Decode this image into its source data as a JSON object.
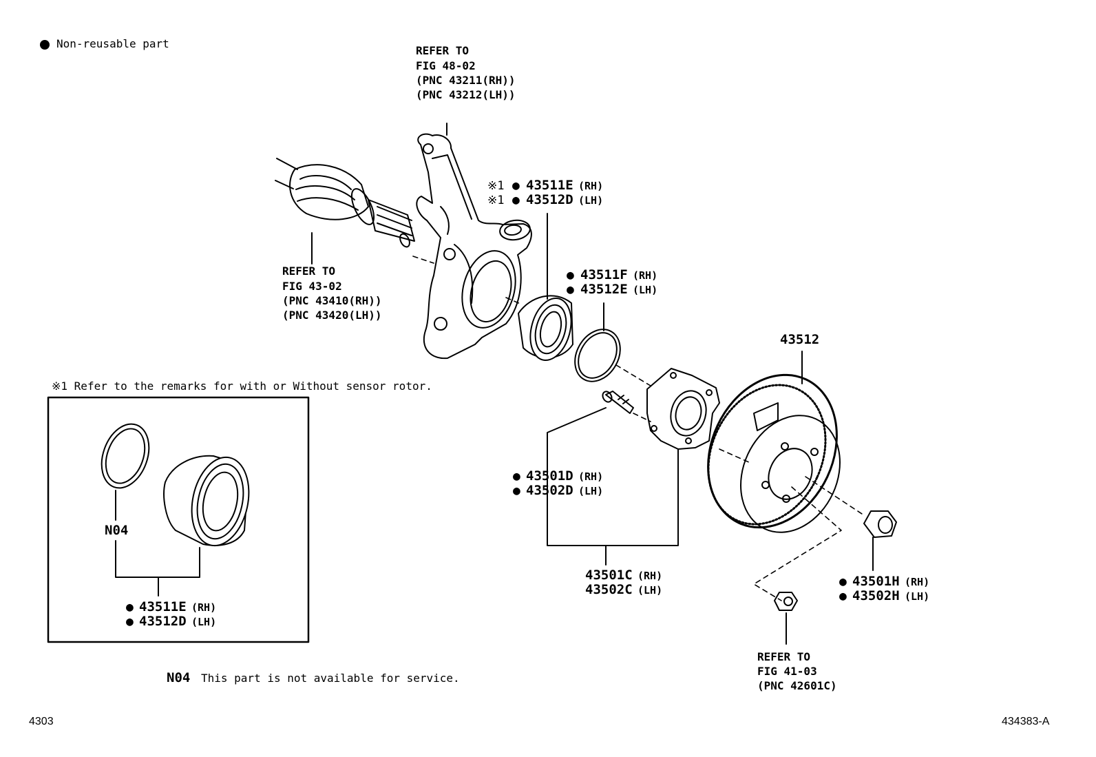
{
  "legend": {
    "dot": "●",
    "text": "Non-reusable part"
  },
  "remark": {
    "text": "※1 Refer to the remarks for with or Without sensor rotor."
  },
  "n04_note": {
    "code": "N04",
    "text": "This part is not available for service."
  },
  "footer": {
    "left": "4303",
    "right": "434383-A"
  },
  "callouts": {
    "knuckle_ref": [
      "REFER TO",
      "FIG 48-02",
      "(PNC 43211(RH))",
      "(PNC 43212(LH))"
    ],
    "shaft_ref": [
      "REFER TO",
      "FIG 43-02",
      "(PNC 43410(RH))",
      "(PNC 43420(LH))"
    ],
    "nut_ref": [
      "REFER TO",
      "FIG 41-03",
      "(PNC 42601C)"
    ],
    "bearing_main": {
      "mark": "※1",
      "rows": [
        {
          "part": "43511E",
          "side": "(RH)"
        },
        {
          "part": "43512D",
          "side": "(LH)"
        }
      ]
    },
    "snap_ring": {
      "rows": [
        {
          "part": "43511F",
          "side": "(RH)"
        },
        {
          "part": "43512E",
          "side": "(LH)"
        }
      ]
    },
    "disc": {
      "part": "43512"
    },
    "hub_bolt": {
      "rows": [
        {
          "part": "43501D",
          "side": "(RH)"
        },
        {
          "part": "43502D",
          "side": "(LH)"
        }
      ]
    },
    "hub_assy": {
      "rows": [
        {
          "part": "43501C",
          "side": "(RH)"
        },
        {
          "part": "43502C",
          "side": "(LH)"
        }
      ]
    },
    "hub_nut": {
      "rows": [
        {
          "part": "43501H",
          "side": "(RH)"
        },
        {
          "part": "43502H",
          "side": "(LH)"
        }
      ]
    },
    "inset": {
      "code": "N04",
      "rows": [
        {
          "part": "43511E",
          "side": "(RH)"
        },
        {
          "part": "43512D",
          "side": "(LH)"
        }
      ]
    }
  }
}
